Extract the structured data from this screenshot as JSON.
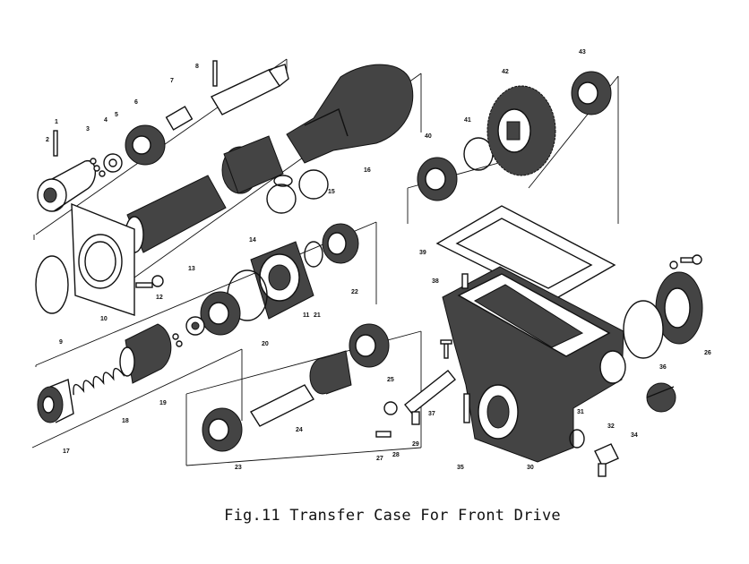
{
  "caption": "Fig.11 Transfer Case For Front Drive",
  "callouts": [
    "1",
    "2",
    "3",
    "4",
    "5",
    "6",
    "7",
    "8",
    "9",
    "10",
    "11",
    "12",
    "13",
    "14",
    "15",
    "16",
    "17",
    "18",
    "19",
    "20",
    "21",
    "22",
    "23",
    "24",
    "25",
    "26",
    "27",
    "28",
    "29",
    "30",
    "31",
    "32",
    "34",
    "35",
    "36",
    "37",
    "38",
    "39",
    "40",
    "41",
    "42",
    "43"
  ]
}
